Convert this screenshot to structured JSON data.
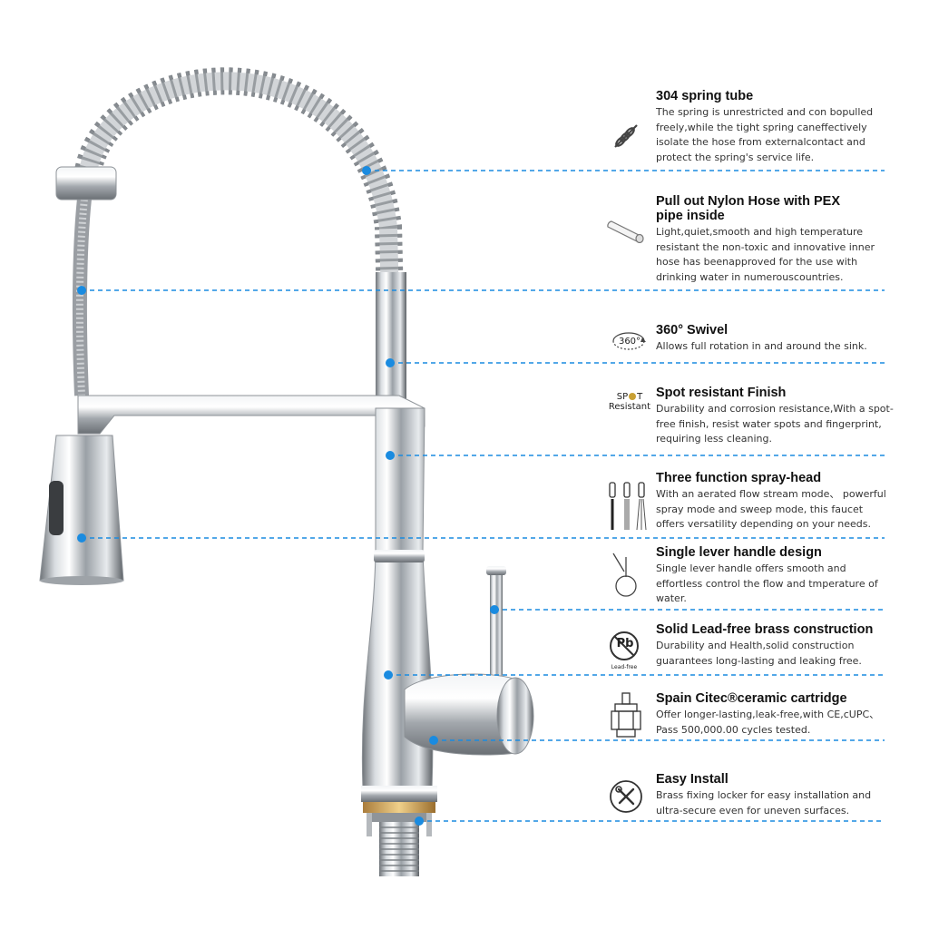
{
  "accent_color": "#1a8be0",
  "features": [
    {
      "title": "304 spring tube",
      "desc": "The spring is unrestricted and con bopulled freely,while the tight spring caneffectively isolate the hose from externalcontact and protect the spring's service life.",
      "icon": "spring-icon"
    },
    {
      "title": "Pull out Nylon Hose with PEX pipe inside",
      "desc": "Light,quiet,smooth and high temperature resistant the non-toxic and innovative inner hose has beenapproved for the use with drinking water in numerouscountries.",
      "icon": "hose-pipe-icon"
    },
    {
      "title": "360° Swivel",
      "desc": "Allows full rotation in and around the sink.",
      "icon": "swivel-360-icon",
      "icon_text": "360°"
    },
    {
      "title": "Spot resistant Finish",
      "desc": "Durability and corrosion resistance,With a spot-free finish, resist water spots and fingerprint, requiring less cleaning.",
      "icon": "spot-resistant-icon",
      "icon_text_1": "SP",
      "icon_text_2": "T",
      "icon_text_3": "Resistant"
    },
    {
      "title": "Three function spray-head",
      "desc": "With an aerated flow stream mode、 powerful spray mode and sweep mode, this faucet offers versatility depending on your needs.",
      "icon": "spray-modes-icon"
    },
    {
      "title": "Single lever handle design",
      "desc": "Single lever handle offers smooth and effortless control the flow and tmperature of water.",
      "icon": "lever-handle-icon"
    },
    {
      "title": "Solid Lead-free brass construction",
      "desc": "Durability and Health,solid construction guarantees long-lasting and leaking free.",
      "icon": "lead-free-icon",
      "icon_text_1": "Pb",
      "icon_text_2": "Lead-free"
    },
    {
      "title": "Spain Citec®ceramic cartridge",
      "desc": "Offer longer-lasting,leak-free,with CE,cUPC、Pass 500,000.00 cycles tested.",
      "icon": "cartridge-icon"
    },
    {
      "title": "Easy Install",
      "desc": "Brass fixing locker for easy installation and ultra-secure even for uneven surfaces.",
      "icon": "tools-icon"
    }
  ]
}
